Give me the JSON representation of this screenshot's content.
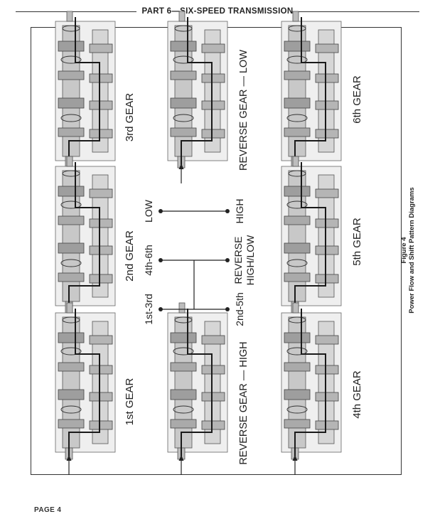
{
  "header": {
    "title": "PART 6—SIX-SPEED TRANSMISSION"
  },
  "footer": {
    "page_label": "PAGE 4"
  },
  "diagrams": [
    {
      "label": "3rd GEAR"
    },
    {
      "label": "2nd GEAR"
    },
    {
      "label": "1st GEAR"
    },
    {
      "label": "REVERSE GEAR — LOW"
    },
    {
      "label": "REVERSE GEAR — HIGH"
    },
    {
      "label": "6th GEAR"
    },
    {
      "label": "5th GEAR"
    },
    {
      "label": "4th GEAR"
    }
  ],
  "shift_pattern": {
    "low": "LOW",
    "fourth_sixth": "4th-6th",
    "first_third": "1st-3rd",
    "high": "HIGH",
    "reverse": "REVERSE",
    "high_low": "HIGH/LOW",
    "second_fifth": "2nd-5th"
  },
  "figure": {
    "number": "Figure 4",
    "caption": "Power Flow and Shift Pattern Diagrams"
  }
}
